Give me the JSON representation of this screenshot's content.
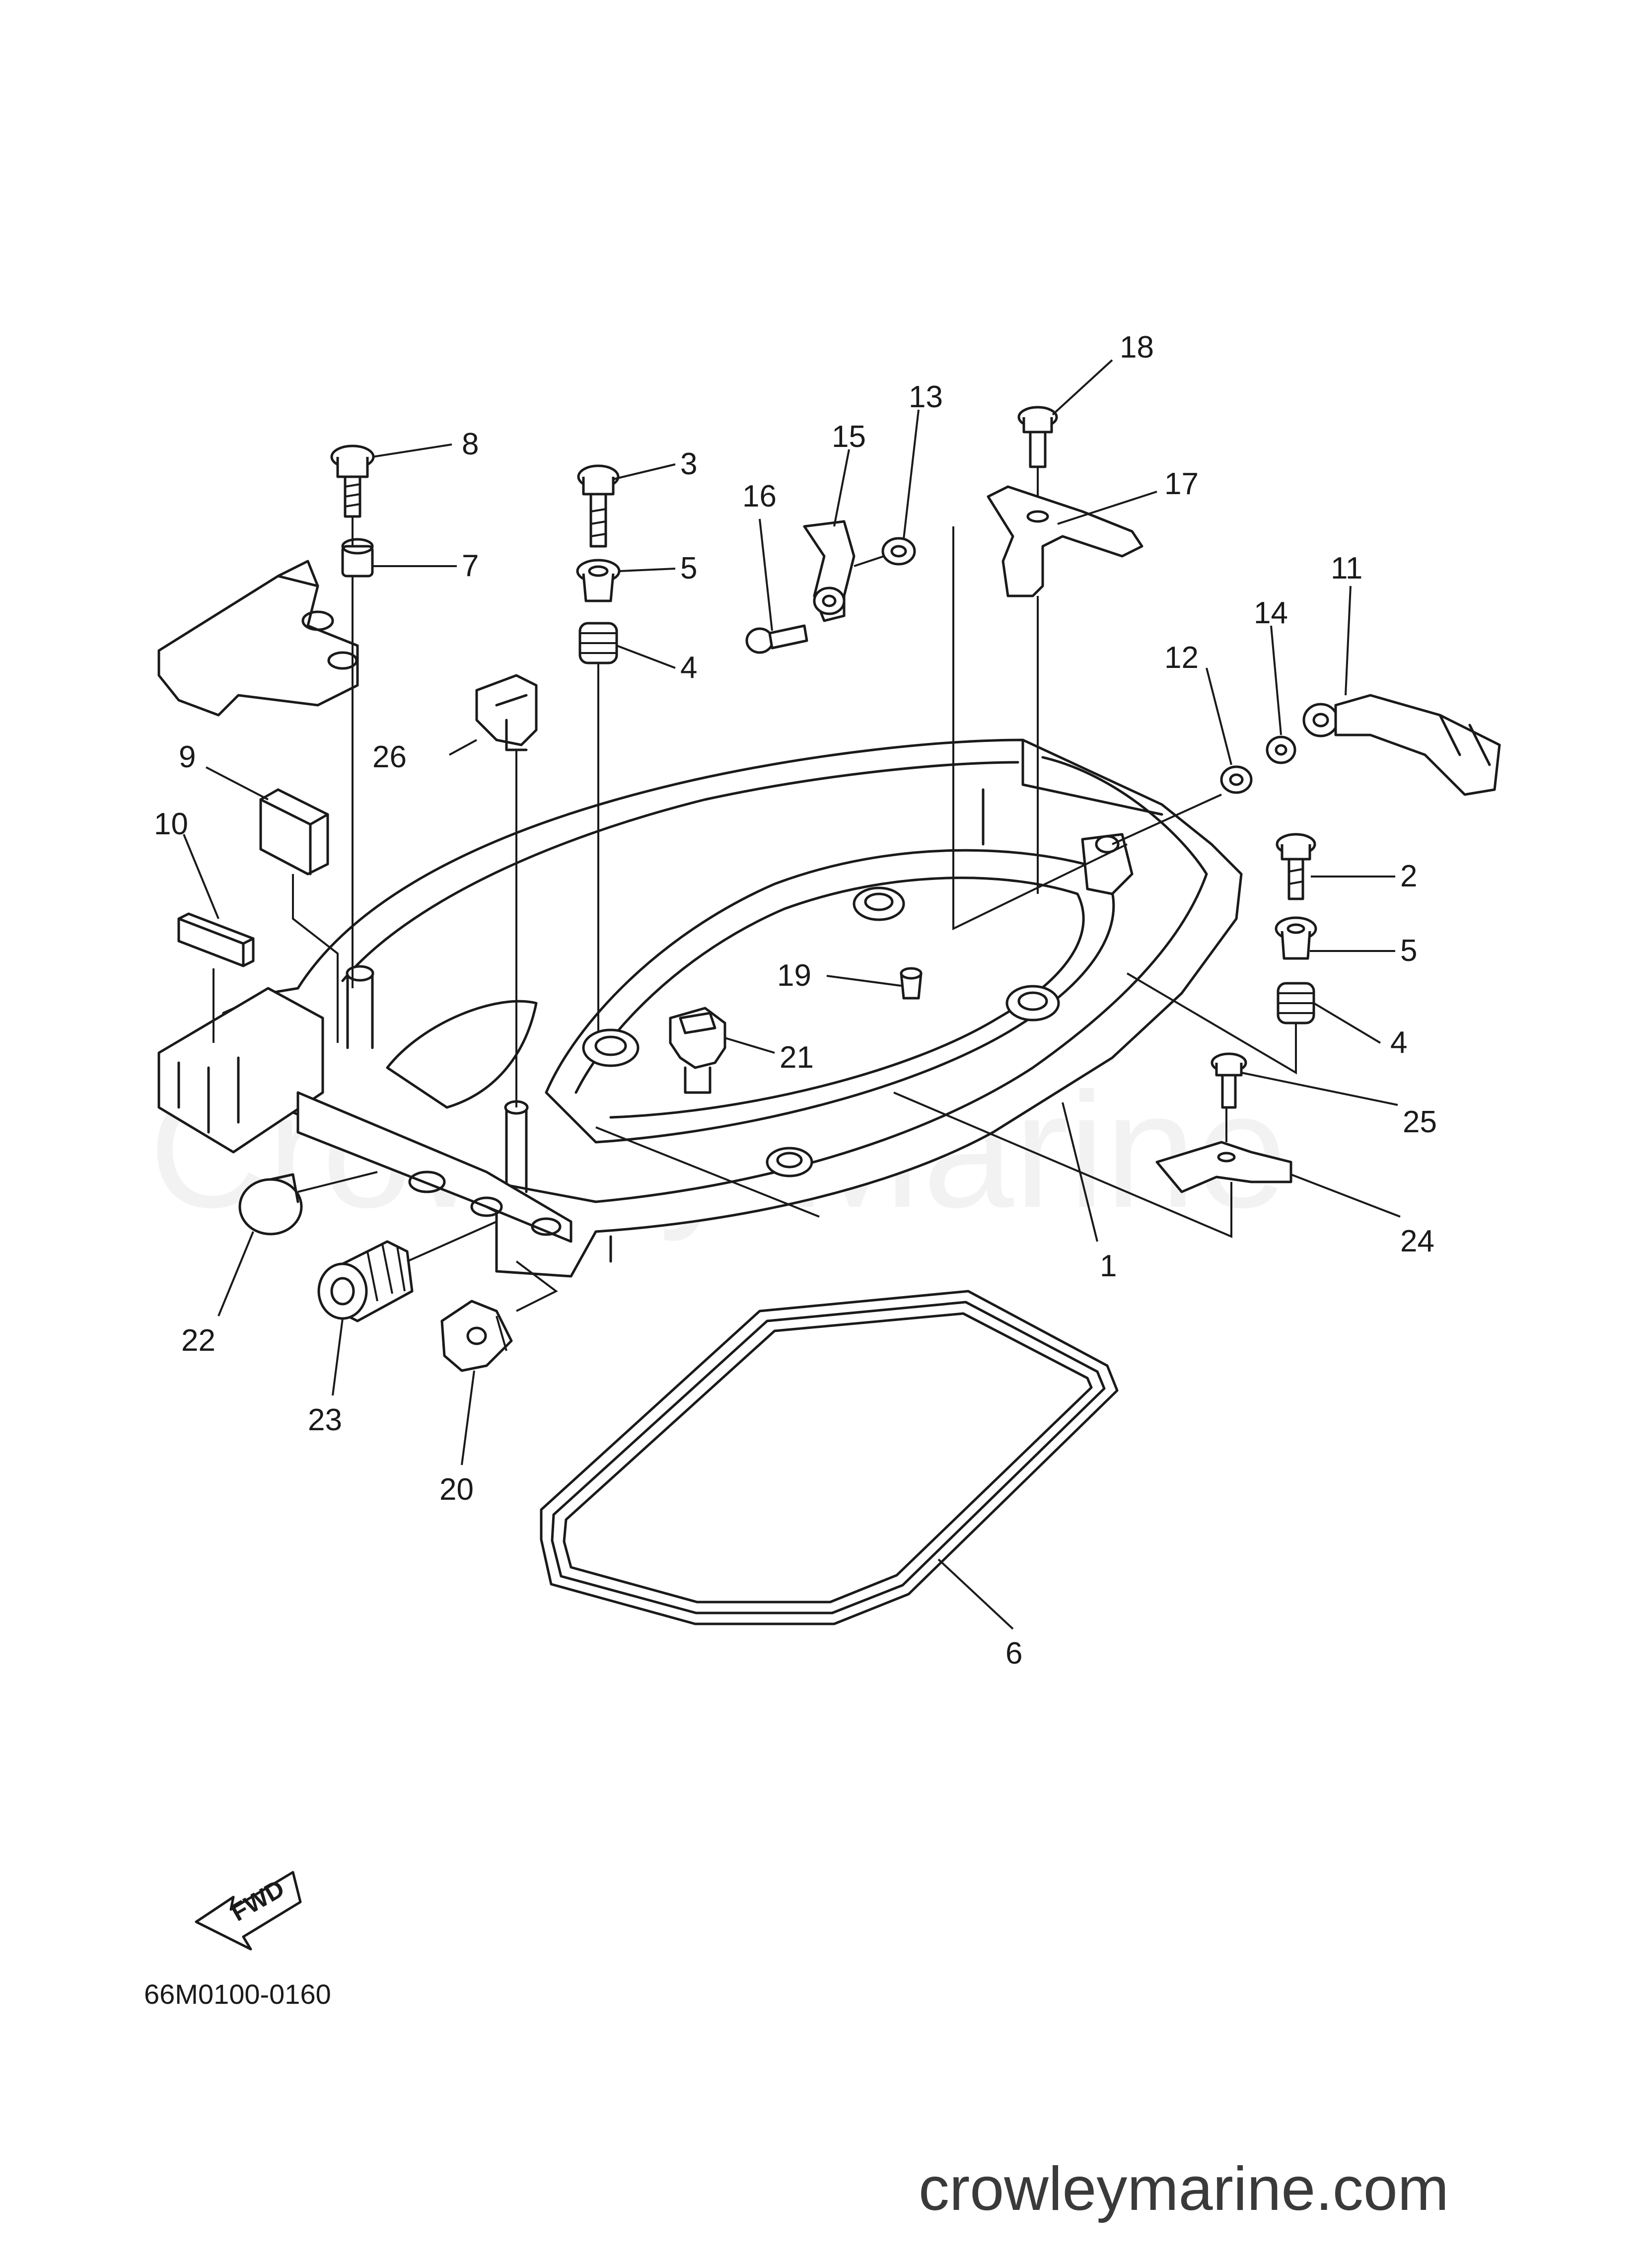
{
  "watermark": "Crowley Marine",
  "part_numbers": [
    "1",
    "2",
    "3",
    "4",
    "4",
    "5",
    "5",
    "6",
    "7",
    "8",
    "9",
    "10",
    "11",
    "12",
    "13",
    "14",
    "15",
    "16",
    "17",
    "18",
    "19",
    "20",
    "21",
    "22",
    "23",
    "24",
    "25",
    "26"
  ],
  "direction_label": "FWD",
  "diagram_code": "66M0100-0160",
  "site_url": "crowleymarine.com"
}
